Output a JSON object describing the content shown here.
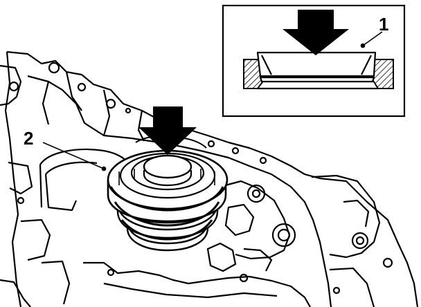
{
  "callouts": [
    {
      "id": "1",
      "text": "1"
    },
    {
      "id": "2",
      "text": "2"
    }
  ],
  "colors": {
    "ink": "#000000",
    "paper": "#ffffff"
  },
  "icons": [
    "press-arrow-icon",
    "detail-press-arrow-icon"
  ]
}
